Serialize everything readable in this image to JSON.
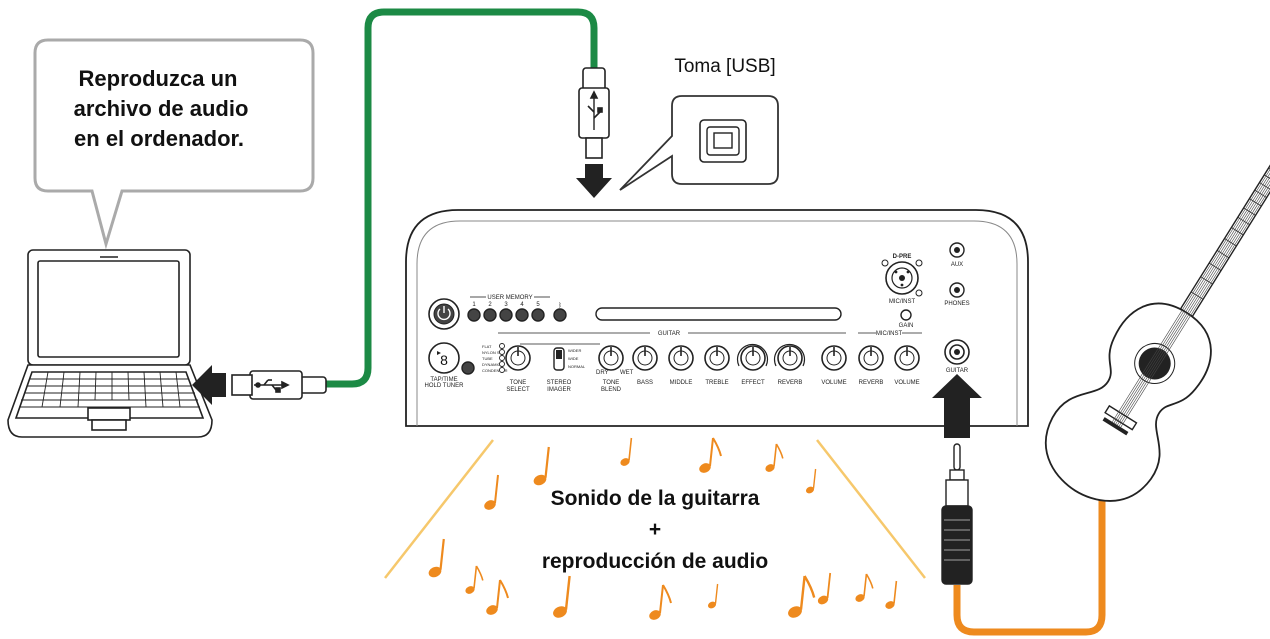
{
  "colors": {
    "usb_cable": "#1c8a45",
    "guitar_cable": "#ee8a1e",
    "notes": "#ee8a1e",
    "sound_rays": "#f6c86c",
    "outline": "#222222",
    "bubble_border": "#aaaaaa"
  },
  "speech_bubble": {
    "line1": "Reproduzca un",
    "line2": "archivo de audio",
    "line3": "en el ordenador."
  },
  "usb_callout": {
    "label": "Toma [USB]"
  },
  "sound_label": {
    "line1": "Sonido de la guitarra",
    "line2": "+",
    "line3": "reproducción de audio"
  },
  "amp": {
    "user_memory_label": "USER MEMORY",
    "memory_numbers": [
      "1",
      "2",
      "3",
      "4",
      "5"
    ],
    "guitar_section_label": "GUITAR",
    "mic_inst_section_label": "MIC/INST",
    "d_pre_label": "D-PRE",
    "mic_inst_jack_label": "MIC/INST",
    "gain_label": "GAIN",
    "aux_label": "AUX",
    "phones_label": "PHONES",
    "guitar_jack_label": "GUITAR",
    "tap_tuner_label1": "TAP/TIME",
    "tap_tuner_label2": "HOLD TUNER",
    "tone_select_options": [
      "FLAT",
      "NYLON STR",
      "TUBE",
      "DYNAMIC",
      "CONDENSER"
    ],
    "stereo_imager_options": [
      "WIDER",
      "WIDE",
      "NORMAL"
    ],
    "dry_label": "DRY",
    "wet_label": "WET",
    "knobs": [
      {
        "l1": "TONE",
        "l2": "SELECT"
      },
      {
        "l1": "STEREO",
        "l2": "IMAGER"
      },
      {
        "l1": "TONE",
        "l2": "BLEND"
      },
      {
        "l1": "BASS",
        "l2": ""
      },
      {
        "l1": "MIDDLE",
        "l2": ""
      },
      {
        "l1": "TREBLE",
        "l2": ""
      },
      {
        "l1": "EFFECT",
        "l2": ""
      },
      {
        "l1": "REVERB",
        "l2": ""
      },
      {
        "l1": "VOLUME",
        "l2": ""
      },
      {
        "l1": "REVERB",
        "l2": ""
      },
      {
        "l1": "VOLUME",
        "l2": ""
      }
    ]
  }
}
